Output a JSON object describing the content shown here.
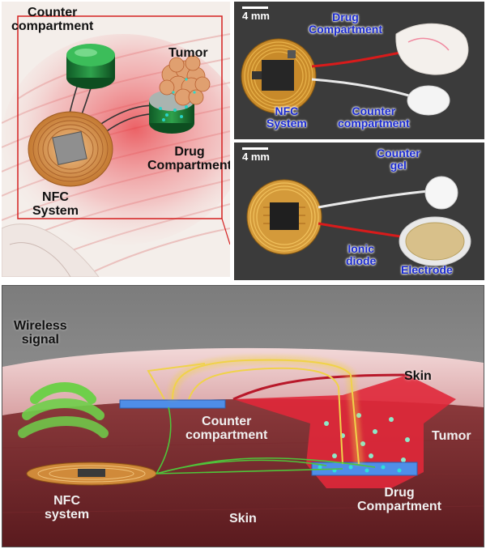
{
  "panel_a": {
    "labels": {
      "counter_compartment": "Counter\ncompartment",
      "tumor": "Tumor",
      "drug_compartment": "Drug\nCompartment",
      "nfc_system": "NFC\nSystem"
    }
  },
  "panel_b": {
    "scale_bar": "4 mm",
    "labels": {
      "drug_compartment": "Drug\nCompartment",
      "nfc_system": "NFC\nSystem",
      "counter_compartment": "Counter\ncompartment"
    }
  },
  "panel_c": {
    "scale_bar": "4 mm",
    "labels": {
      "counter_gel": "Counter\ngel",
      "ionic_diode": "Ionic\ndiode",
      "electrode": "Electrode"
    }
  },
  "panel_d": {
    "labels": {
      "wireless_signal": "Wireless\nsignal",
      "skin_top": "Skin",
      "counter_compartment": "Counter\ncompartment",
      "tumor": "Tumor",
      "nfc_system": "NFC\nsystem",
      "skin_bottom": "Skin",
      "drug_compartment": "Drug\nCompartment"
    }
  },
  "colors": {
    "label_blue": "#1a2ad0",
    "frame_red": "#d42020",
    "tumor_red": "#e0283a",
    "signal_green": "#6fcf4a",
    "copper": "#d08a3a"
  }
}
